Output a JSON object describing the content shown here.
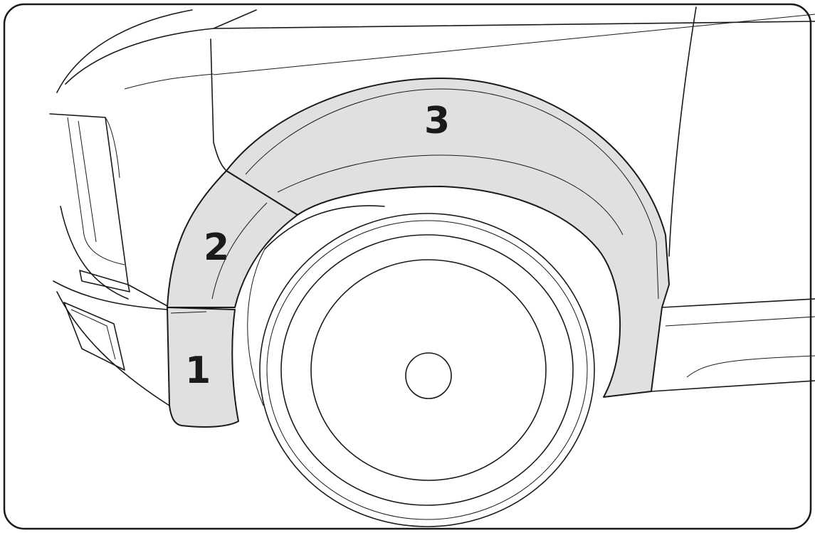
{
  "diagram": {
    "description_labels": [
      "1",
      "2",
      "3"
    ],
    "colors": {
      "part_fill": "#e0e0e0",
      "stroke": "#1a1a1a",
      "background": "#ffffff"
    }
  }
}
